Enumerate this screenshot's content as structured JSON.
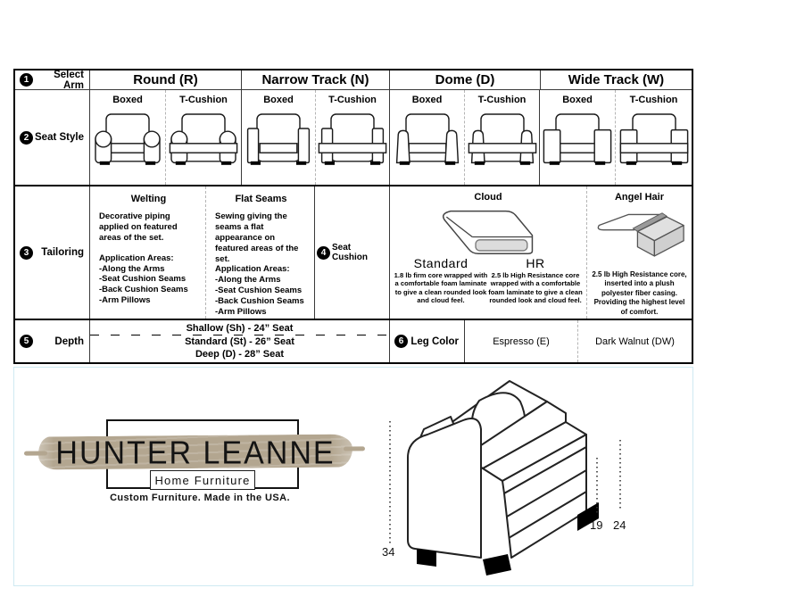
{
  "table": {
    "rows": {
      "select_arm": {
        "num": "1",
        "label": "Select Arm"
      },
      "seat_style": {
        "num": "2",
        "label": "Seat Style"
      },
      "tailoring": {
        "num": "3",
        "label": "Tailoring"
      },
      "seat_cushion": {
        "num": "4",
        "label": "Seat Cushion"
      },
      "depth": {
        "num": "5",
        "label": "Depth"
      },
      "leg_color": {
        "num": "6",
        "label": "Leg Color"
      }
    },
    "arms": [
      {
        "code": "round",
        "label": "Round (R)"
      },
      {
        "code": "narrow",
        "label": "Narrow Track (N)"
      },
      {
        "code": "dome",
        "label": "Dome (D)"
      },
      {
        "code": "wide",
        "label": "Wide Track (W)"
      }
    ],
    "seat_styles": [
      "Boxed",
      "T-Cushion"
    ],
    "tailoring": {
      "welting": {
        "title": "Welting",
        "desc": "Decorative piping applied on featured areas of the set.",
        "areas_title": "Application Areas:",
        "areas": [
          "-Along the Arms",
          "-Seat Cushion Seams",
          "-Back Cushion Seams",
          "-Arm Pillows"
        ]
      },
      "flat_seams": {
        "title": "Flat Seams",
        "desc": "Sewing giving the seams a flat appearance on featured areas of the set.",
        "areas_title": "Application Areas:",
        "areas": [
          "-Along the Arms",
          "-Seat Cushion Seams",
          "-Back Cushion Seams",
          "-Arm Pillows"
        ]
      }
    },
    "cushions": {
      "cloud": {
        "title": "Cloud",
        "standard": {
          "name": "Standard",
          "desc": "1.8 lb firm core wrapped with a comfortable foam laminate to give a clean rounded look and cloud feel."
        },
        "hr": {
          "name": "HR",
          "desc": "2.5 lb High Resistance core wrapped with a comfortable foam laminate to give a clean rounded look and cloud feel."
        }
      },
      "angel_hair": {
        "title": "Angel Hair",
        "desc": "2.5 lb High Resistance core, inserted into a plush polyester fiber casing. Providing the highest level of comfort."
      }
    },
    "depth_options": [
      "Shallow (Sh) - 24” Seat",
      "Standard (St) - 26” Seat",
      "Deep (D) - 28” Seat"
    ],
    "leg_colors": [
      "Espresso (E)",
      "Dark Walnut (DW)"
    ]
  },
  "branding": {
    "name": "HUNTER LEANNE",
    "subtitle": "Home Furniture",
    "tagline": "Custom Furniture. Made in the USA.",
    "brush_color": "#b3a690"
  },
  "dimensions": {
    "overall_height": "34",
    "seat_height": "19",
    "arm_height": "24"
  },
  "colors": {
    "table_border": "#000000",
    "dashed_divider": "#b5b5b5",
    "footer_border": "#cfe9f2",
    "cushion_core_gray": "#dcdcdc"
  }
}
